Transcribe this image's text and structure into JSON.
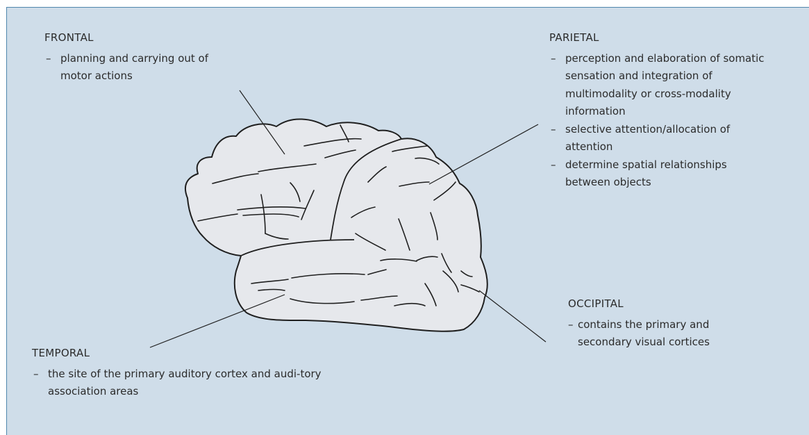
{
  "lobes": {
    "frontal": {
      "title": "FRONTAL",
      "items": [
        "planning and carrying out of motor actions"
      ]
    },
    "parietal": {
      "title": "PARIETAL",
      "items": [
        "perception and elaboration of somatic sensation and integration of multimodality or cross-modality information",
        "selective attention/allocation of attention",
        "determine spatial relationships between objects"
      ]
    },
    "occipital": {
      "title": "OCCIPITAL",
      "items": [
        "contains the primary and secondary visual cortices"
      ]
    },
    "temporal": {
      "title": "TEMPORAL",
      "items": [
        "the site of the primary auditory cortex and audi-tory association areas"
      ]
    }
  },
  "dash_glyph": "–",
  "colors": {
    "panel_background": "#cfdde9",
    "panel_border": "#4f86ad",
    "brain_fill": "#e6e8ec",
    "outline": "#1f1f1f",
    "text": "#2b2b2b"
  }
}
